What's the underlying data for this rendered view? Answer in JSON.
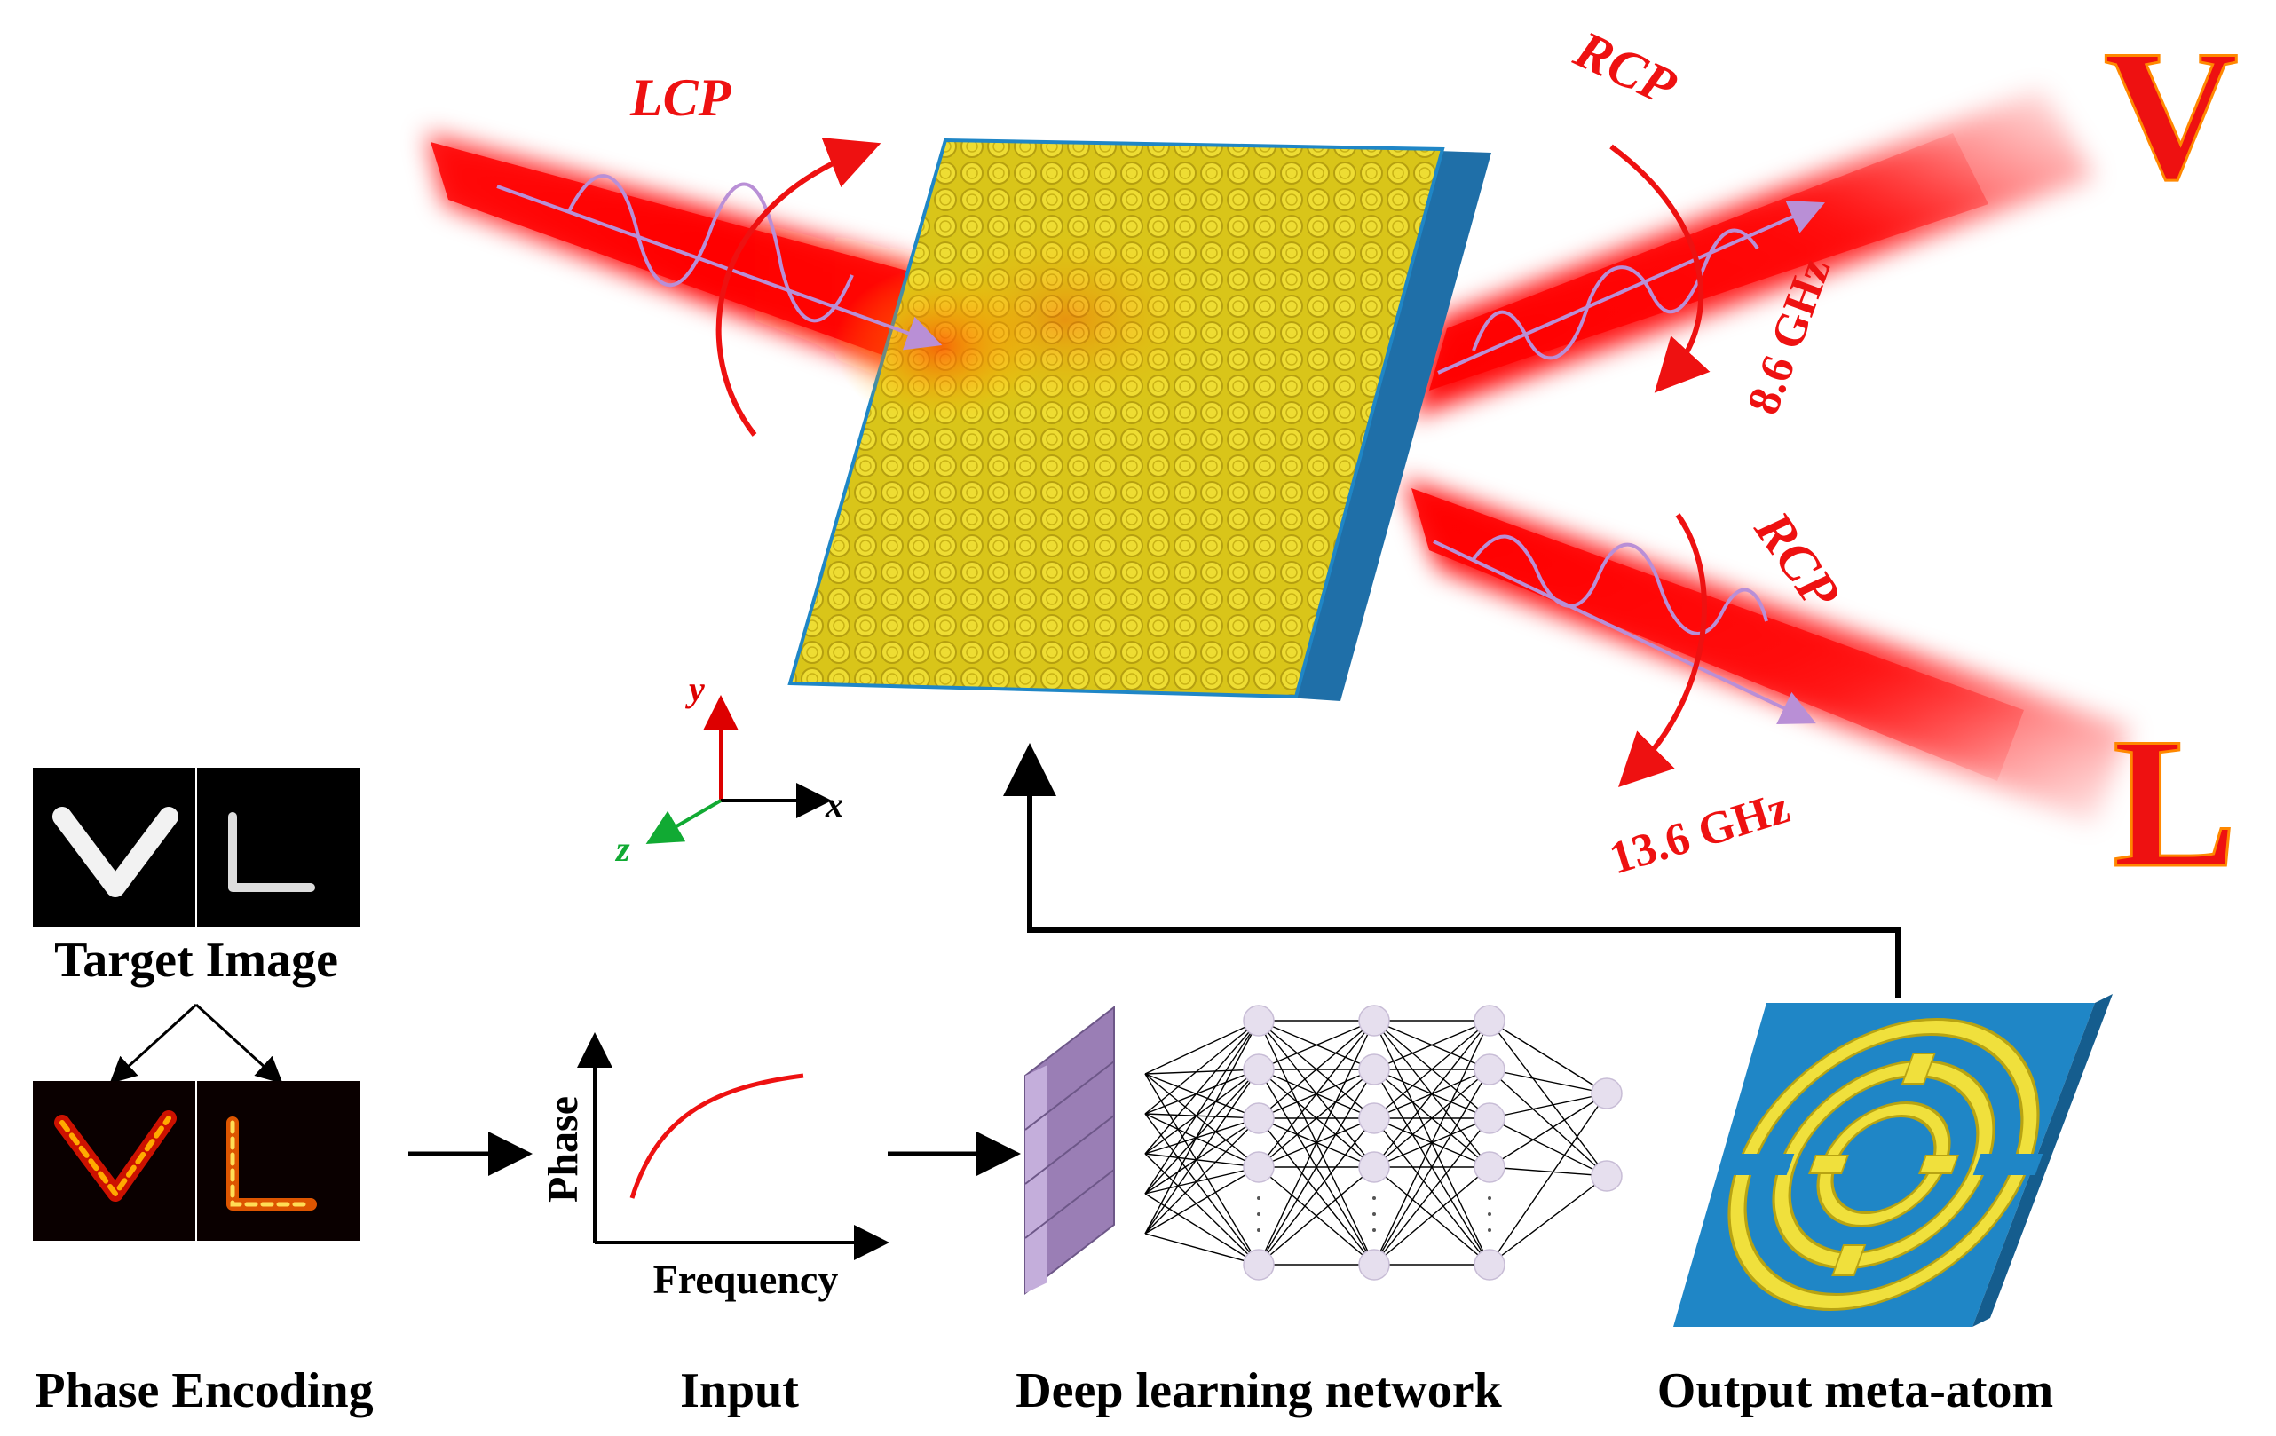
{
  "beams": {
    "incident_label": "LCP",
    "reflected_top_label": "RCP",
    "reflected_bottom_label": "RCP",
    "freq_top": "8.6 GHz",
    "freq_bottom": "13.6 GHz"
  },
  "letters": {
    "top": "V",
    "bottom": "L"
  },
  "axes": {
    "x": "x",
    "y": "y",
    "z": "z"
  },
  "target": {
    "label": "Target Image"
  },
  "phase_plot": {
    "ylabel": "Phase",
    "xlabel": "Frequency"
  },
  "stages": {
    "phase_encoding": "Phase Encoding",
    "input": "Input",
    "network": "Deep learning network",
    "output": "Output meta-atom"
  },
  "network_layers": {
    "hidden_nodes_per_layer": 5,
    "output_nodes": 2
  },
  "colors": {
    "beam": "#ff0000",
    "label_red": "#ee1111",
    "substrate": "#1f86c6",
    "gold": "#e6d21a",
    "arrow_purple": "#b98fd6",
    "node_fill": "#e6dfee",
    "axis_x": "#000000",
    "axis_y": "#dd0000",
    "axis_z": "#11aa33"
  }
}
